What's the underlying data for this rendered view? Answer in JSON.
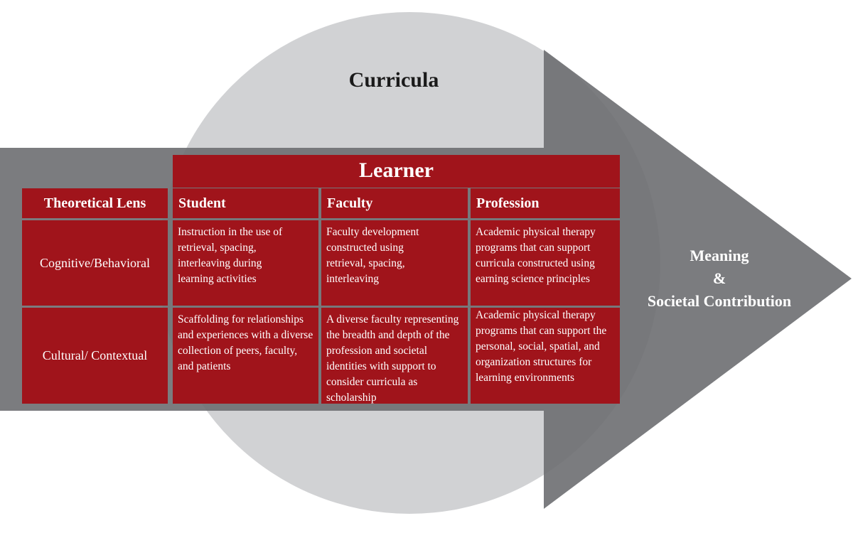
{
  "diagram": {
    "curricula_label": "Curricula",
    "outcome": {
      "line1": "Meaning",
      "line2": "&",
      "line3": "Societal Contribution"
    },
    "learner_label": "Learner",
    "lens_header": "Theoretical Lens",
    "columns": [
      "Student",
      "Faculty",
      "Profession"
    ],
    "rows": [
      {
        "lens": "Cognitive/Behavioral",
        "cells": [
          "Instruction in the use of retrieval, spacing, interleaving during learning activities",
          "Faculty development constructed using retrieval, spacing, interleaving",
          "Academic physical therapy programs that can support curricula constructed using earning science principles"
        ]
      },
      {
        "lens": "Cultural/ Contextual",
        "cells": [
          "Scaffolding for relationships and experiences with a diverse collection of peers, faculty, and patients",
          "A diverse faculty representing the breadth and depth of the profession and societal identities with support to consider curricula as scholarship",
          "Academic physical therapy programs that can support the personal, social, spatial, and organization structures for learning environments"
        ]
      }
    ],
    "colors": {
      "cell_red": "#a0141b",
      "circle_gray": "#d1d2d4",
      "arrow_gray": "#6d6e71"
    }
  }
}
